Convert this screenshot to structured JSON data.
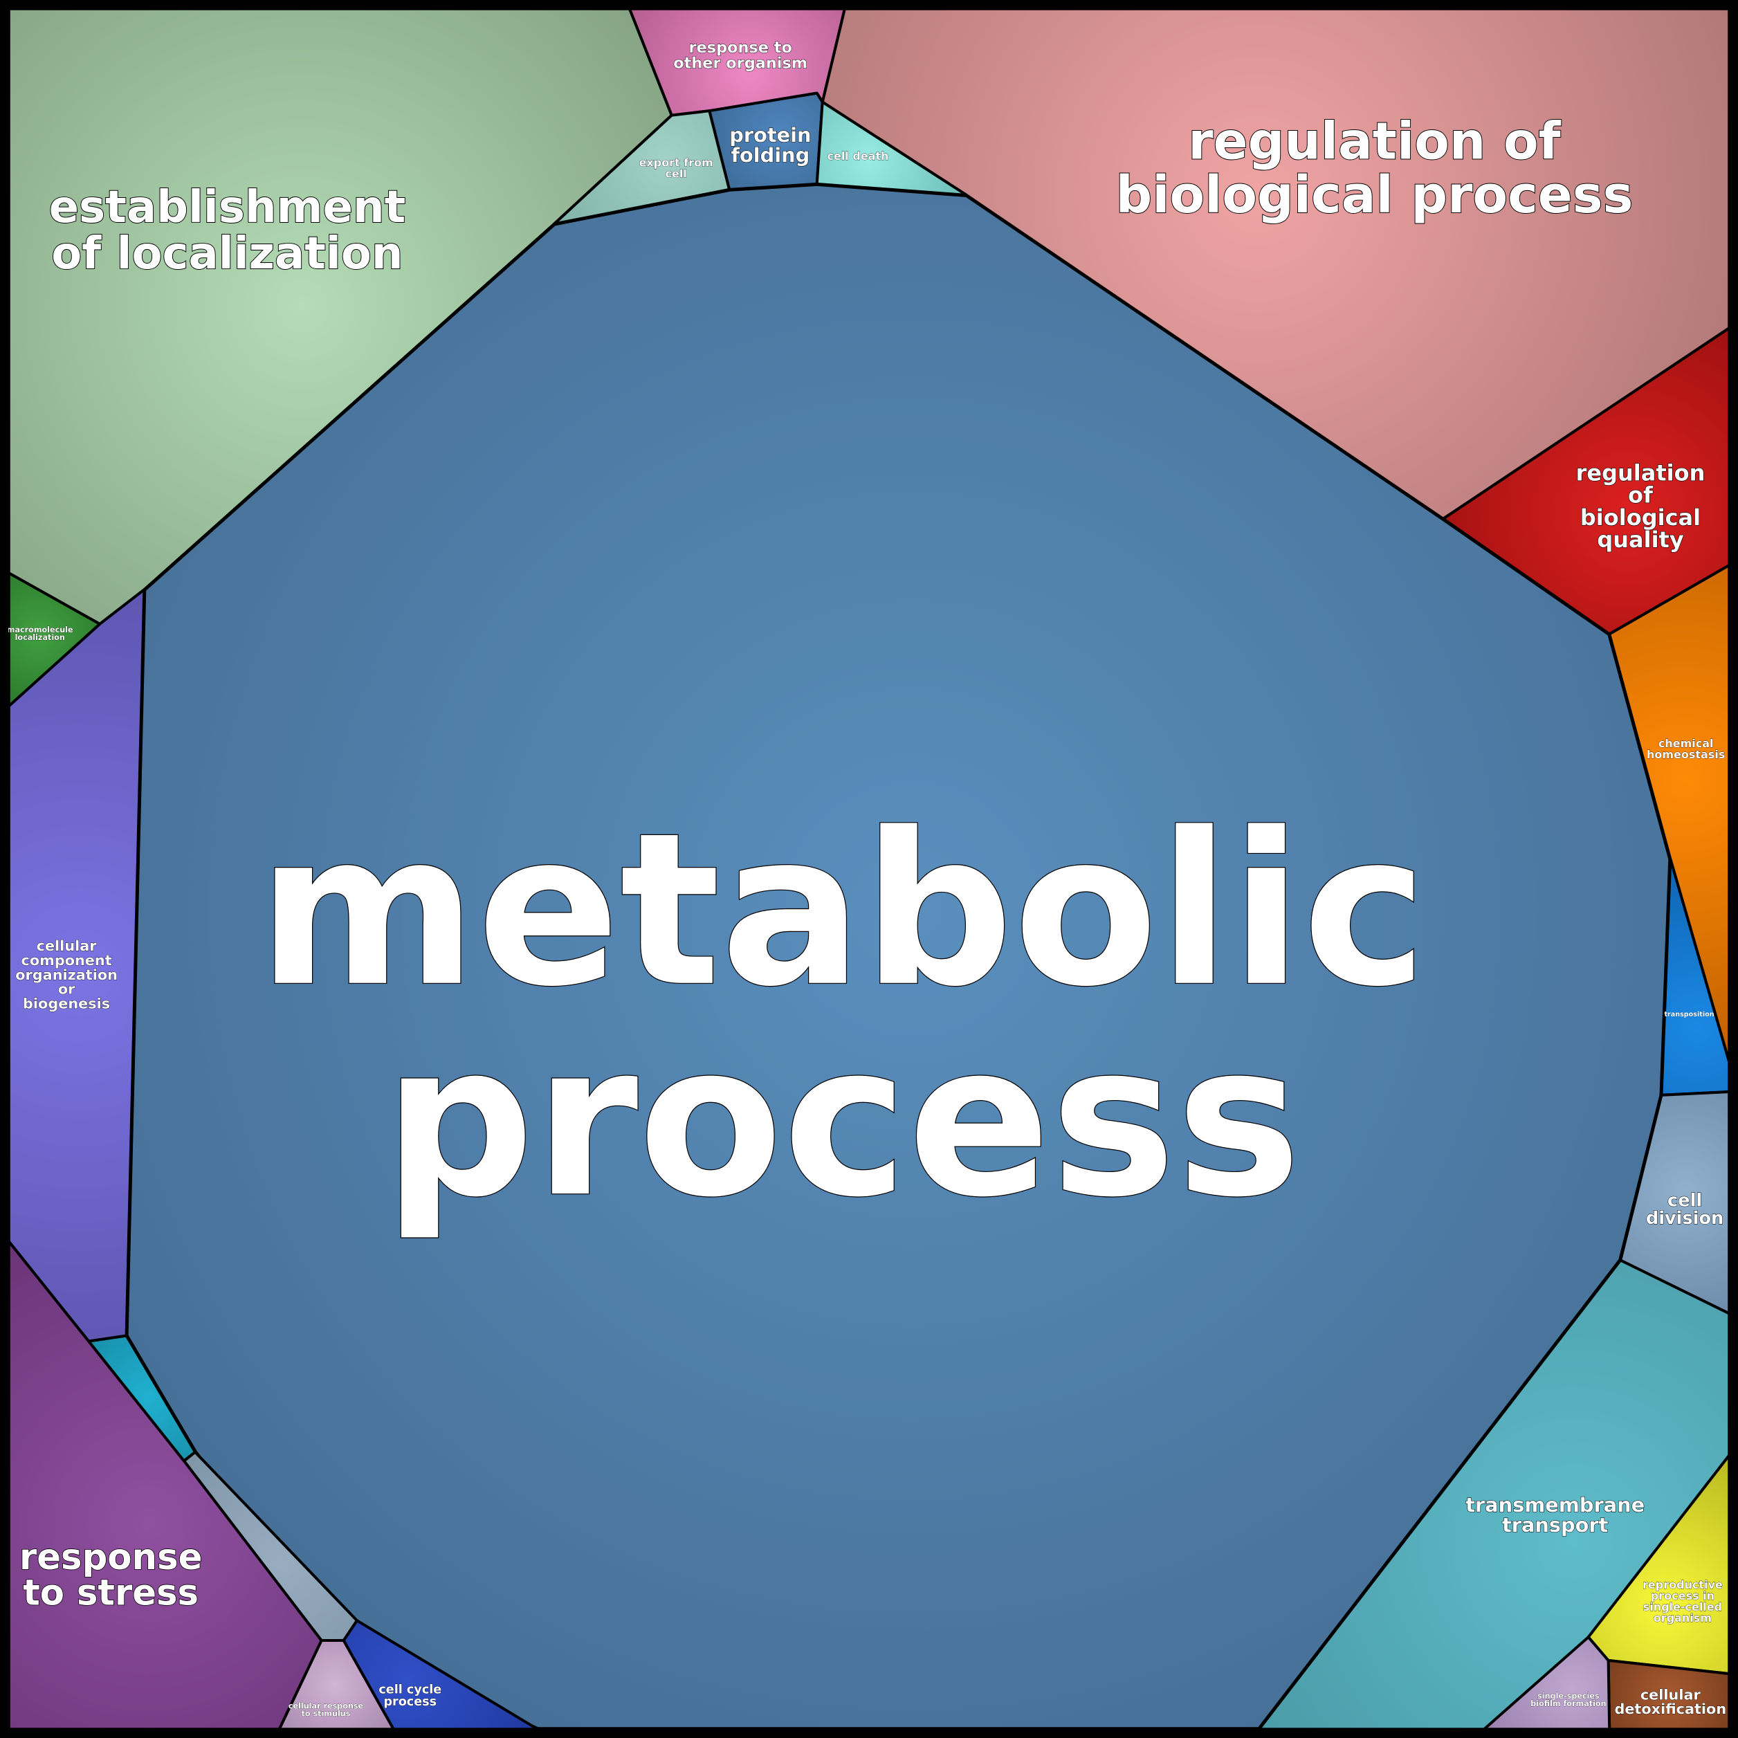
{
  "cells": [
    {
      "id": "metabolic-process",
      "lines": [
        "metabolic",
        "process"
      ],
      "color": "#5a8fbd",
      "edge": "#466f96"
    },
    {
      "id": "establishment-of-localization",
      "lines": [
        "establishment",
        "of localization"
      ],
      "color": "#b4dcb6",
      "edge": "#86a484"
    },
    {
      "id": "regulation-of-biological-process",
      "lines": [
        "regulation of",
        "biological process"
      ],
      "color": "#f0a4a4",
      "edge": "#b27878"
    },
    {
      "id": "response-to-other-organism",
      "lines": [
        "response to",
        "other organism"
      ],
      "color": "#ee88c4",
      "edge": "#b45e92"
    },
    {
      "id": "protein-folding",
      "lines": [
        "protein",
        "folding"
      ],
      "color": "#4f86bf",
      "edge": "#3e6c98"
    },
    {
      "id": "export-from-cell",
      "lines": [
        "export from",
        "cell"
      ],
      "color": "#a2d2c8",
      "edge": "#7fb2a7"
    },
    {
      "id": "cell-death",
      "lines": [
        "cell death"
      ],
      "color": "#98ece4",
      "edge": "#6cbcb4"
    },
    {
      "id": "regulation-of-biological-quality",
      "lines": [
        "regulation",
        "of",
        "biological",
        "quality"
      ],
      "color": "#dc2020",
      "edge": "#a01010"
    },
    {
      "id": "chemical-homeostasis",
      "lines": [
        "chemical",
        "homeostasis"
      ],
      "color": "#ff8a06",
      "edge": "#c06000"
    },
    {
      "id": "transposition",
      "lines": [
        "transposition"
      ],
      "color": "#1a88e4",
      "edge": "#0e64b0"
    },
    {
      "id": "cell-division",
      "lines": [
        "cell",
        "division"
      ],
      "color": "#90b0cc",
      "edge": "#6d8cab"
    },
    {
      "id": "transmembrane-transport",
      "lines": [
        "transmembrane",
        "transport"
      ],
      "color": "#5fbcca",
      "edge": "#4a9ca8"
    },
    {
      "id": "reproductive-process-in-single-celled-organism",
      "lines": [
        "reproductive",
        "process in",
        "single-celled",
        "organism"
      ],
      "color": "#f8f83a",
      "edge": "#b8b820"
    },
    {
      "id": "cellular-detoxification",
      "lines": [
        "cellular",
        "detoxification"
      ],
      "color": "#a85a30",
      "edge": "#7a3e1e"
    },
    {
      "id": "single-species-biofilm-formation",
      "lines": [
        "single-species",
        "biofilm formation"
      ],
      "color": "#c0a8d2",
      "edge": "#9a80ac"
    },
    {
      "id": "cell-cycle-process",
      "lines": [
        "cell cycle",
        "process"
      ],
      "color": "#3050c8",
      "edge": "#2038a0"
    },
    {
      "id": "cellular-response-to-stimulus",
      "lines": [
        "cellular response",
        "to stimulus"
      ],
      "color": "#d2b4d6",
      "edge": "#a888ae"
    },
    {
      "id": "small-cell-sliver",
      "lines": [],
      "color": "#98aec0",
      "edge": "#7f96a8"
    },
    {
      "id": "response-to-stress",
      "lines": [
        "response",
        "to stress"
      ],
      "color": "#9050a0",
      "edge": "#6a3478"
    },
    {
      "id": "small-teal-cell",
      "lines": [],
      "color": "#20b0d0",
      "edge": "#1890aa"
    },
    {
      "id": "cellular-component-organization-or-biogenesis",
      "lines": [
        "cellular",
        "component",
        "organization",
        "or",
        "biogenesis"
      ],
      "color": "#7c74e4",
      "edge": "#5e56b0"
    },
    {
      "id": "macromolecule-localization",
      "lines": [
        "macromolecule",
        "localization"
      ],
      "color": "#40a040",
      "edge": "#2c782c"
    }
  ]
}
